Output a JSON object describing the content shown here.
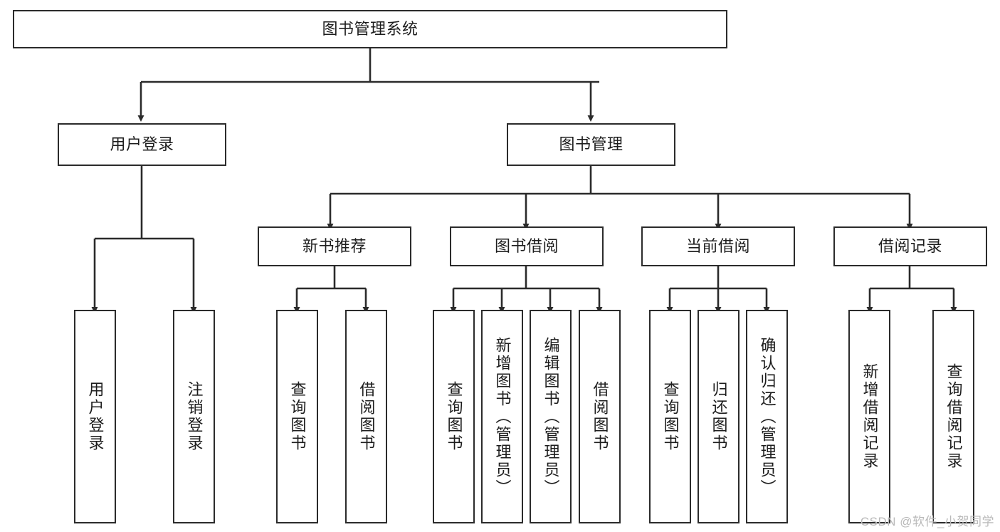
{
  "diagram": {
    "title": "图书管理系统",
    "type": "hierarchy-tree",
    "watermark": "CSDN @软件_小贺同学",
    "nodes": {
      "root": {
        "label": "图书管理系统"
      },
      "level2": [
        {
          "label": "用户登录"
        },
        {
          "label": "图书管理"
        }
      ],
      "level3": [
        {
          "label": "新书推荐"
        },
        {
          "label": "图书借阅"
        },
        {
          "label": "当前借阅"
        },
        {
          "label": "借阅记录"
        }
      ],
      "leaves_user_login": [
        {
          "label": "用户登录"
        },
        {
          "label": "注销登录"
        }
      ],
      "leaves_new_book": [
        {
          "label": "查询图书"
        },
        {
          "label": "借阅图书"
        }
      ],
      "leaves_borrow": [
        {
          "label": "查询图书"
        },
        {
          "label": "新增图书（管理员）"
        },
        {
          "label": "编辑图书（管理员）"
        },
        {
          "label": "借阅图书"
        }
      ],
      "leaves_current": [
        {
          "label": "查询图书"
        },
        {
          "label": "归还图书"
        },
        {
          "label": "确认归还（管理员）"
        }
      ],
      "leaves_records": [
        {
          "label": "新增借阅记录"
        },
        {
          "label": "查询借阅记录"
        }
      ]
    },
    "colors": {
      "border": "#2b2b2b",
      "fill": "#ffffff",
      "text": "#1d1d1d",
      "connector": "#2b2b2b",
      "watermark": "#b9b9b9"
    }
  }
}
